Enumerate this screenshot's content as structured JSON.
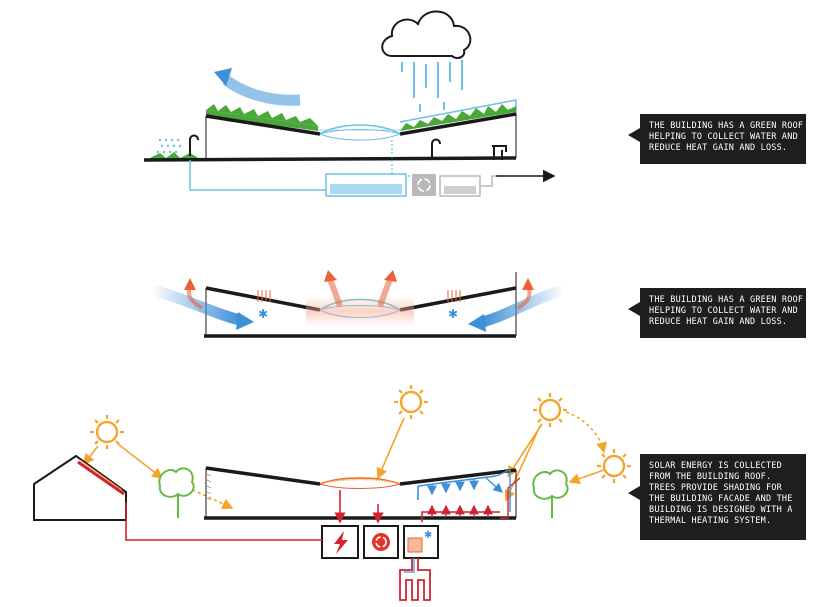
{
  "colors": {
    "roof": "#1a1a1a",
    "grass": "#4aa83a",
    "water": "#6cc0e5",
    "air_blue": "#3d8fd6",
    "warm_air": "#e8623a",
    "sun": "#f3a42b",
    "tree": "#6ab846",
    "power_line": "#d32230",
    "recycle": "#e3342b",
    "callout_bg": "#1e1e1e",
    "callout_text": "#ffffff",
    "grey_equipment": "#b9b9b9"
  },
  "diagram": {
    "panels": [
      {
        "id": "water",
        "icons": [
          "rain-cloud-icon",
          "green-roof-grass",
          "sprinkler-icon",
          "water-tank-icon",
          "recycle-icon",
          "outflow-arrow-icon"
        ],
        "callout_lines": [
          "THE BUILDING HAS A GREEN ROOF",
          "HELPING TO COLLECT WATER AND",
          "REDUCE HEAT GAIN AND LOSS."
        ]
      },
      {
        "id": "ventilation",
        "icons": [
          "cool-air-arrow-icon",
          "warm-air-arrow-icon",
          "snowflake-icon"
        ],
        "callout_lines": [
          "THE BUILDING HAS A GREEN ROOF",
          "HELPING TO COLLECT WATER AND",
          "REDUCE HEAT GAIN AND LOSS."
        ]
      },
      {
        "id": "solar",
        "icons": [
          "sun-icon",
          "tree-icon",
          "house-solar-panel-icon",
          "power-bolt-icon",
          "recycle-icon",
          "heating-unit-icon",
          "geothermal-loop-icon"
        ],
        "callout_lines": [
          "SOLAR ENERGY IS COLLECTED",
          "FROM THE BUILDING ROOF.",
          "TREES PROVIDE SHADING FOR",
          "THE BUILDING FACADE AND THE",
          "BUILDING IS DESIGNED WITH A",
          "THERMAL HEATING SYSTEM."
        ]
      }
    ]
  }
}
